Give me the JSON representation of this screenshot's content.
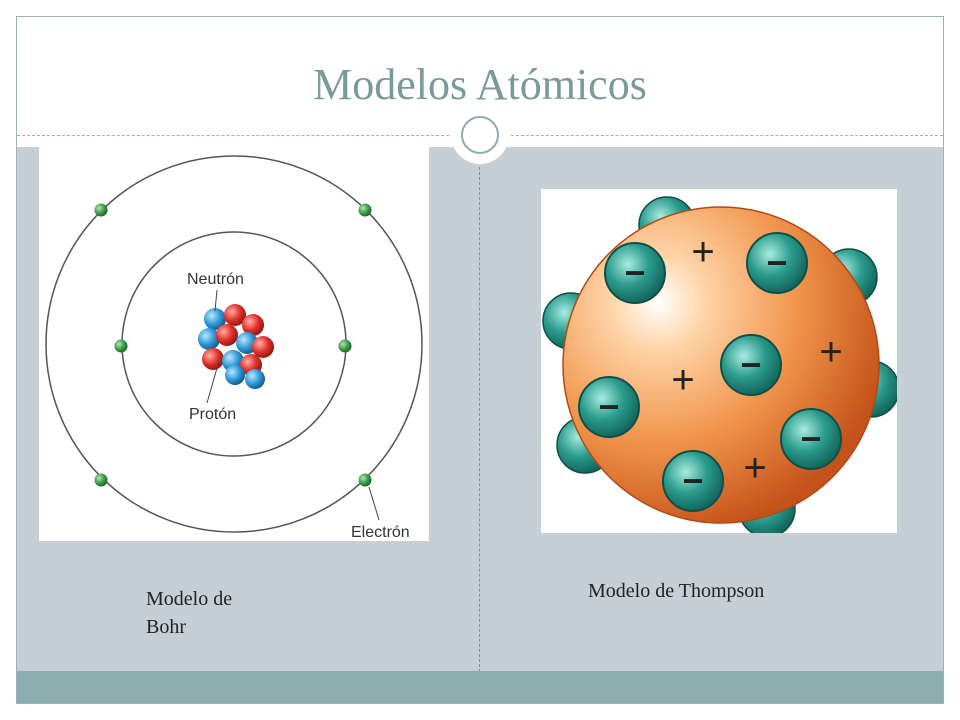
{
  "slide": {
    "title": "Modelos Atómicos"
  },
  "bohr": {
    "label_neutron": "Neutrón",
    "label_proton": "Protón",
    "label_electron": "Electrón",
    "caption": "Modelo de Bohr"
  },
  "thompson": {
    "caption": "Modelo de Thompson",
    "plus_sign": "+",
    "minus_sign": "−"
  },
  "colors": {
    "title": "#7a9a9a",
    "panel": "#c6cfd6",
    "footer": "#8badae",
    "electron_green": "#3a9e4a",
    "sphere_orange": "#e8782c",
    "electron_teal": "#2a9b8c"
  }
}
